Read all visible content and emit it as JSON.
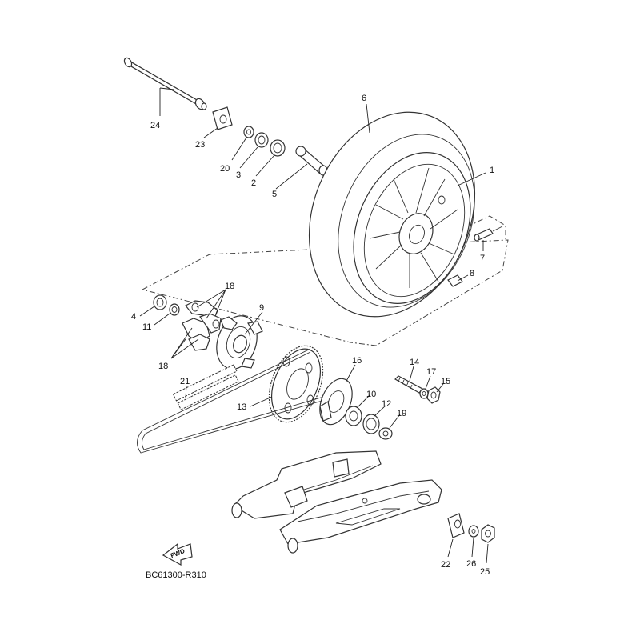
{
  "diagram": {
    "code": "BC61300-R310",
    "direction_label": "FWD",
    "callouts": [
      {
        "id": "c1",
        "label": "1"
      },
      {
        "id": "c2",
        "label": "2"
      },
      {
        "id": "c3",
        "label": "3"
      },
      {
        "id": "c4",
        "label": "4"
      },
      {
        "id": "c5",
        "label": "5"
      },
      {
        "id": "c6",
        "label": "6"
      },
      {
        "id": "c7",
        "label": "7"
      },
      {
        "id": "c8",
        "label": "8"
      },
      {
        "id": "c9",
        "label": "9"
      },
      {
        "id": "c10",
        "label": "10"
      },
      {
        "id": "c11",
        "label": "11"
      },
      {
        "id": "c12",
        "label": "12"
      },
      {
        "id": "c13",
        "label": "13"
      },
      {
        "id": "c14",
        "label": "14"
      },
      {
        "id": "c15",
        "label": "15"
      },
      {
        "id": "c16",
        "label": "16"
      },
      {
        "id": "c17",
        "label": "17"
      },
      {
        "id": "c18a",
        "label": "18"
      },
      {
        "id": "c18b",
        "label": "18"
      },
      {
        "id": "c19",
        "label": "19"
      },
      {
        "id": "c20",
        "label": "20"
      },
      {
        "id": "c21",
        "label": "21"
      },
      {
        "id": "c22",
        "label": "22"
      },
      {
        "id": "c23",
        "label": "23"
      },
      {
        "id": "c24",
        "label": "24"
      },
      {
        "id": "c25",
        "label": "25"
      },
      {
        "id": "c26",
        "label": "26"
      }
    ]
  }
}
